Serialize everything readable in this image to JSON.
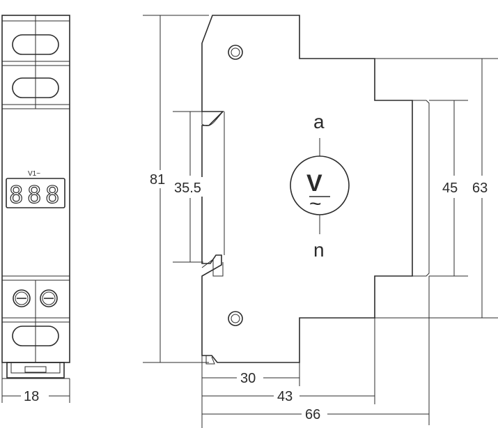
{
  "front_view": {
    "display_label": "V1~",
    "display_digits": [
      "8",
      "8",
      "8"
    ],
    "width_label": "18"
  },
  "side_view": {
    "dim_height_total": "81",
    "dim_rail_height": "35.5",
    "dim_depth_1": "30",
    "dim_depth_2": "43",
    "dim_depth_total": "66",
    "dim_inner_height": "45",
    "dim_body_height": "63",
    "terminal_top": "a",
    "terminal_bottom": "n",
    "symbol_letter": "V",
    "symbol_wave": "~"
  }
}
